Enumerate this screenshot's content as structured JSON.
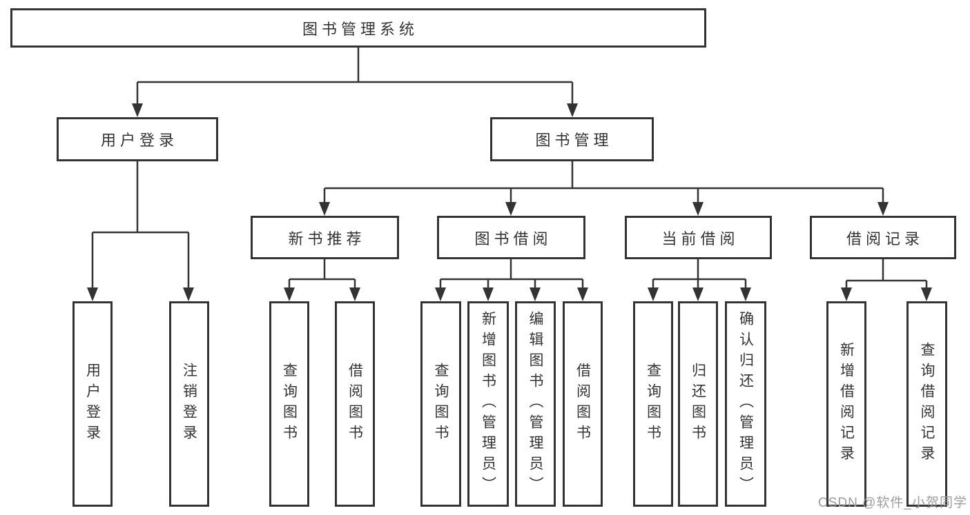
{
  "tree": {
    "root": {
      "label": "图书管理系统"
    },
    "children": [
      {
        "label": "用户登录",
        "children": [
          {
            "label": "用户登录"
          },
          {
            "label": "注销登录"
          }
        ]
      },
      {
        "label": "图书管理",
        "children": [
          {
            "label": "新书推荐",
            "children": [
              {
                "label": "查询图书"
              },
              {
                "label": "借阅图书"
              }
            ]
          },
          {
            "label": "图书借阅",
            "children": [
              {
                "label": "查询图书"
              },
              {
                "label": "新增图书（管理员）"
              },
              {
                "label": "编辑图书（管理员）"
              },
              {
                "label": "借阅图书"
              }
            ]
          },
          {
            "label": "当前借阅",
            "children": [
              {
                "label": "查询图书"
              },
              {
                "label": "归还图书"
              },
              {
                "label": "确认归还（管理员）"
              }
            ]
          },
          {
            "label": "借阅记录",
            "children": [
              {
                "label": "新增借阅记录"
              },
              {
                "label": "查询借阅记录"
              }
            ]
          }
        ]
      }
    ]
  },
  "watermark": "CSDN @软件_小贺同学",
  "colors": {
    "line": "#333333",
    "box_border": "#333333",
    "text": "#333333",
    "watermark": "#9c9c9c",
    "background": "#ffffff"
  }
}
